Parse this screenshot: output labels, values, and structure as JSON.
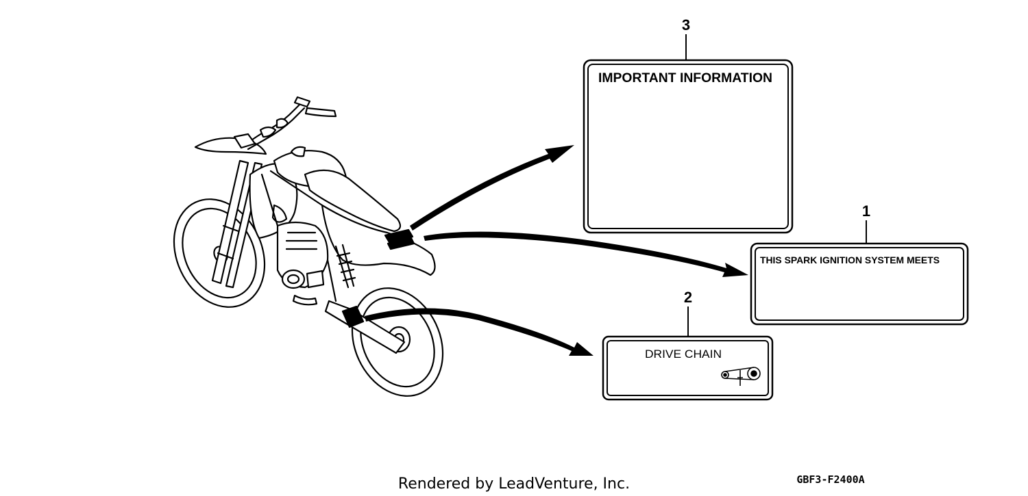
{
  "labels": [
    {
      "callout": "3",
      "text": "IMPORTANT INFORMATION"
    },
    {
      "callout": "1",
      "text": "THIS SPARK IGNITION SYSTEM MEETS"
    },
    {
      "callout": "2",
      "text": "DRIVE CHAIN"
    }
  ],
  "footer": {
    "rendered_by": "Rendered by LeadVenture, Inc.",
    "diagram_code": "GBF3-F2400A"
  },
  "icons": {
    "motorcycle": "dirt-bike-drawing",
    "chain": "drive-chain-icon"
  }
}
